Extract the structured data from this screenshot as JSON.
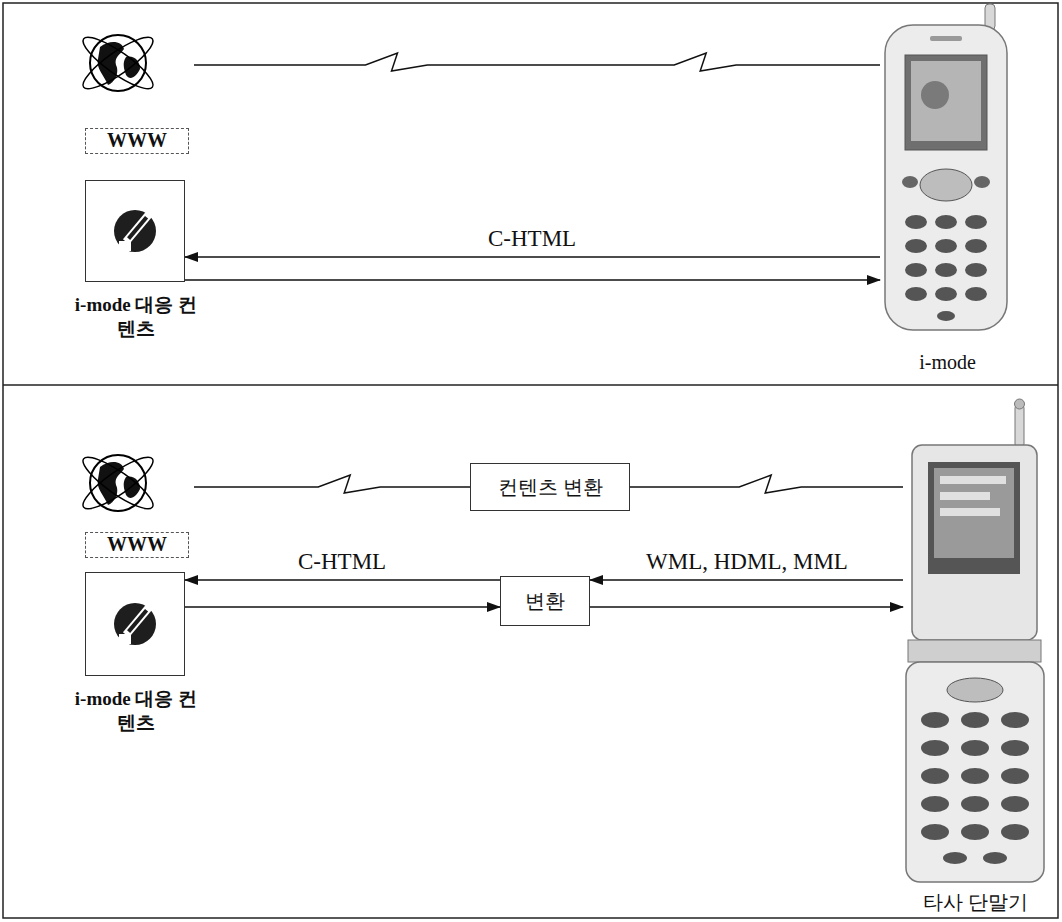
{
  "diagram": {
    "nodes": [
      {
        "text": [
          "WWW"
        ]
      },
      {
        "text": [
          "i-mode 대응 컨텐츠"
        ]
      },
      {
        "text": [
          "i-mode"
        ]
      },
      {
        "text": [
          "WWW"
        ]
      },
      {
        "text": [
          "컨텐츠 변환"
        ]
      },
      {
        "text": [
          "i-mode 대응 컨텐츠"
        ]
      },
      {
        "text": [
          "변환"
        ]
      },
      {
        "text": [
          "타사 단말기"
        ]
      }
    ],
    "edges": [
      {
        "from": 0,
        "to": 2,
        "arrow": "none"
      },
      {
        "from": 2,
        "to": 1,
        "arrow": "to",
        "label": "C-HTML"
      },
      {
        "from": 1,
        "to": 2,
        "arrow": "to"
      },
      {
        "from": 3,
        "to": 4,
        "arrow": "none"
      },
      {
        "from": 4,
        "to": 7,
        "arrow": "none"
      },
      {
        "from": 6,
        "to": 5,
        "arrow": "to",
        "label": "C-HTML"
      },
      {
        "from": 5,
        "to": 6,
        "arrow": "to"
      },
      {
        "from": 7,
        "to": 6,
        "arrow": "to",
        "label": "WML, HDML, MML"
      },
      {
        "from": 6,
        "to": 7,
        "arrow": "to"
      }
    ]
  }
}
